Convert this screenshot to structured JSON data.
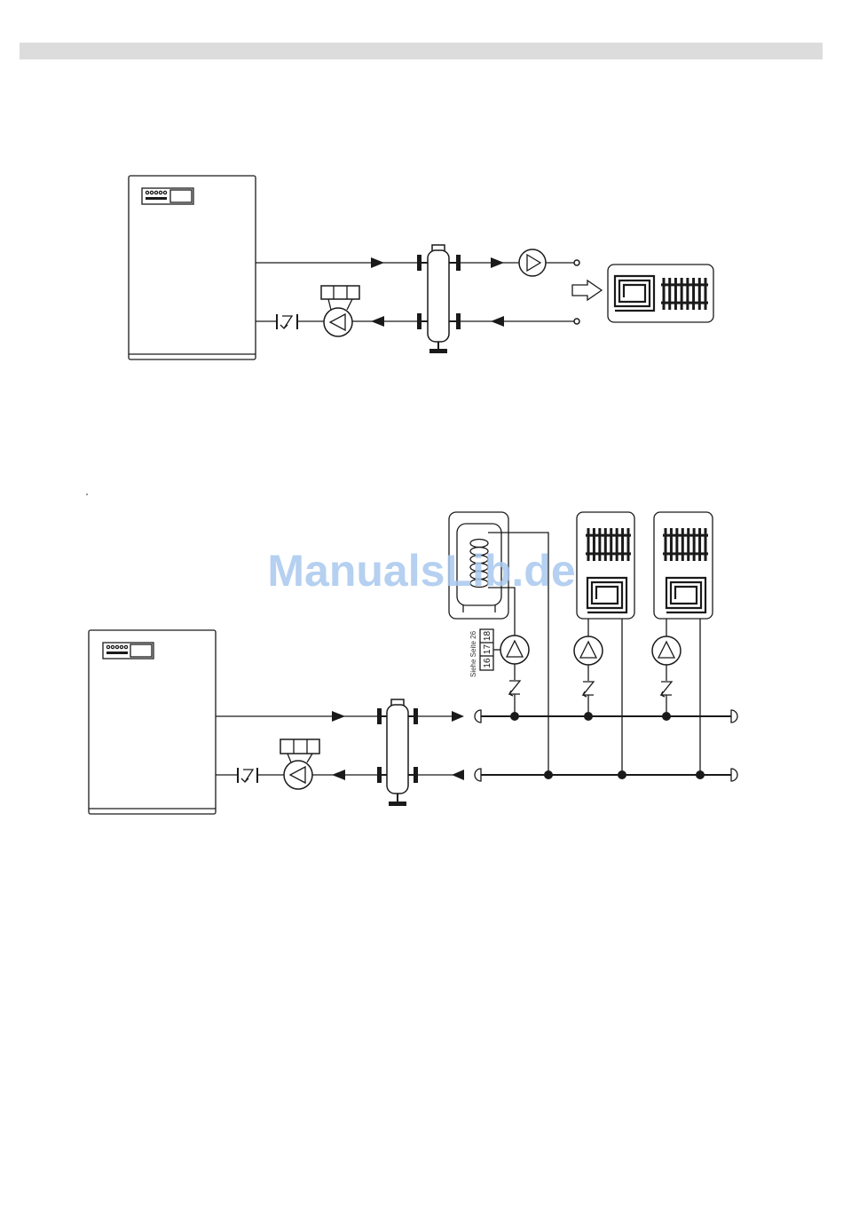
{
  "header_bar": {
    "color": "#dcdcdc"
  },
  "watermark": {
    "text": "ManualsLib.de",
    "color": "#a9c8ee"
  },
  "diagram_2": {
    "reference_note": "Siehe Seite 26",
    "terminal_labels": [
      "18",
      "17",
      "16"
    ]
  },
  "icons": [
    "boiler-icon",
    "hydraulic-separator-icon",
    "pump-icon",
    "check-valve-icon",
    "floor-heating-icon",
    "radiator-icon",
    "hot-water-tank-icon"
  ]
}
